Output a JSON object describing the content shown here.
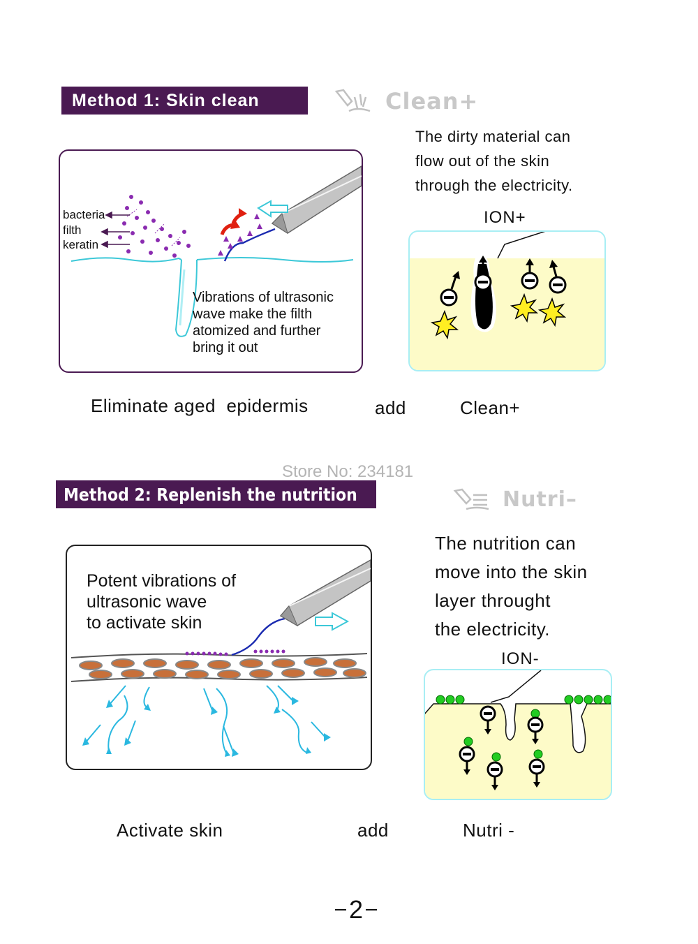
{
  "method1": {
    "title": "Method 1: Skin clean",
    "mode_label": "Clean+",
    "description_lines": [
      "The dirty material can",
      "flow out of the skin",
      "through the electricity."
    ],
    "ion_label": "ION+",
    "particle_labels": [
      "bacteria",
      "filth",
      "keratin"
    ],
    "vibration_lines": [
      "Vibrations of ultrasonic",
      "wave make the filth",
      "atomized and further",
      "bring it out"
    ],
    "caption_left": "Eliminate aged  epidermis",
    "caption_mid": "add",
    "caption_right": "Clean+"
  },
  "watermark": "Store No: 234181",
  "method2": {
    "title": "Method 2: Replenish the nutrition",
    "mode_label": "Nutri–",
    "description_lines": [
      "The nutrition can",
      "move into the skin",
      "layer throught",
      "the electricity."
    ],
    "ion_label": "ION-",
    "vibration_lines": [
      "Potent vibrations of",
      "ultrasonic wave",
      "to activate skin"
    ],
    "caption_left": "Activate skin",
    "caption_mid": "add",
    "caption_right": "Nutri -"
  },
  "page_number": "2",
  "colors": {
    "banner": "#4a1a52",
    "panel_border": "#4a1a52",
    "skin_line": "#3cc8d8",
    "particles": "#8a2bb0",
    "yellow_fill": "#fdfbc8",
    "green_dot": "#22cc22",
    "cells": "#c8703a"
  }
}
